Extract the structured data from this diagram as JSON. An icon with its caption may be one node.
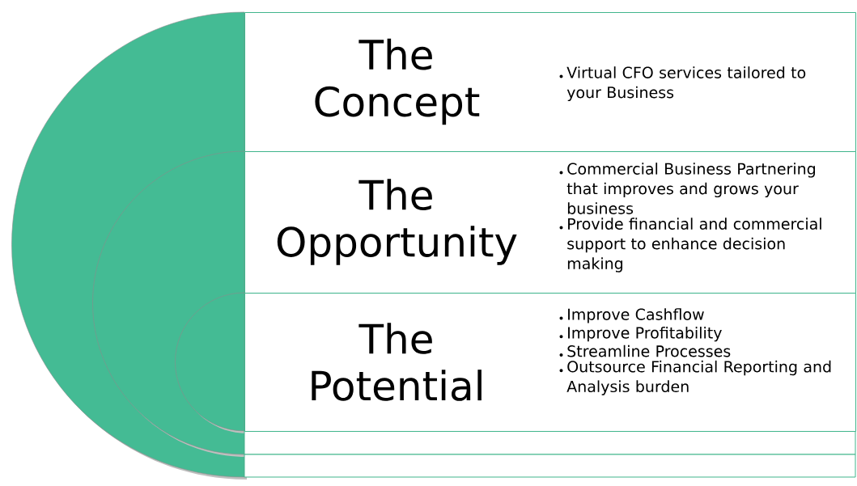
{
  "diagram": {
    "nodes": [
      {
        "text": [
          "The Concept",
          "Virtual CFO services tailored to your Business"
        ]
      },
      {
        "text": [
          "The Opportunity",
          "Commercial Business Partnering that improves and grows your business",
          "Provide financial and commercial support to enhance decision making"
        ]
      },
      {
        "text": [
          "The Potential",
          "Improve Cashflow",
          "Improve Profitability",
          "Streamline Processes",
          "Outsource Financial Reporting and Analysis burden"
        ]
      }
    ]
  }
}
